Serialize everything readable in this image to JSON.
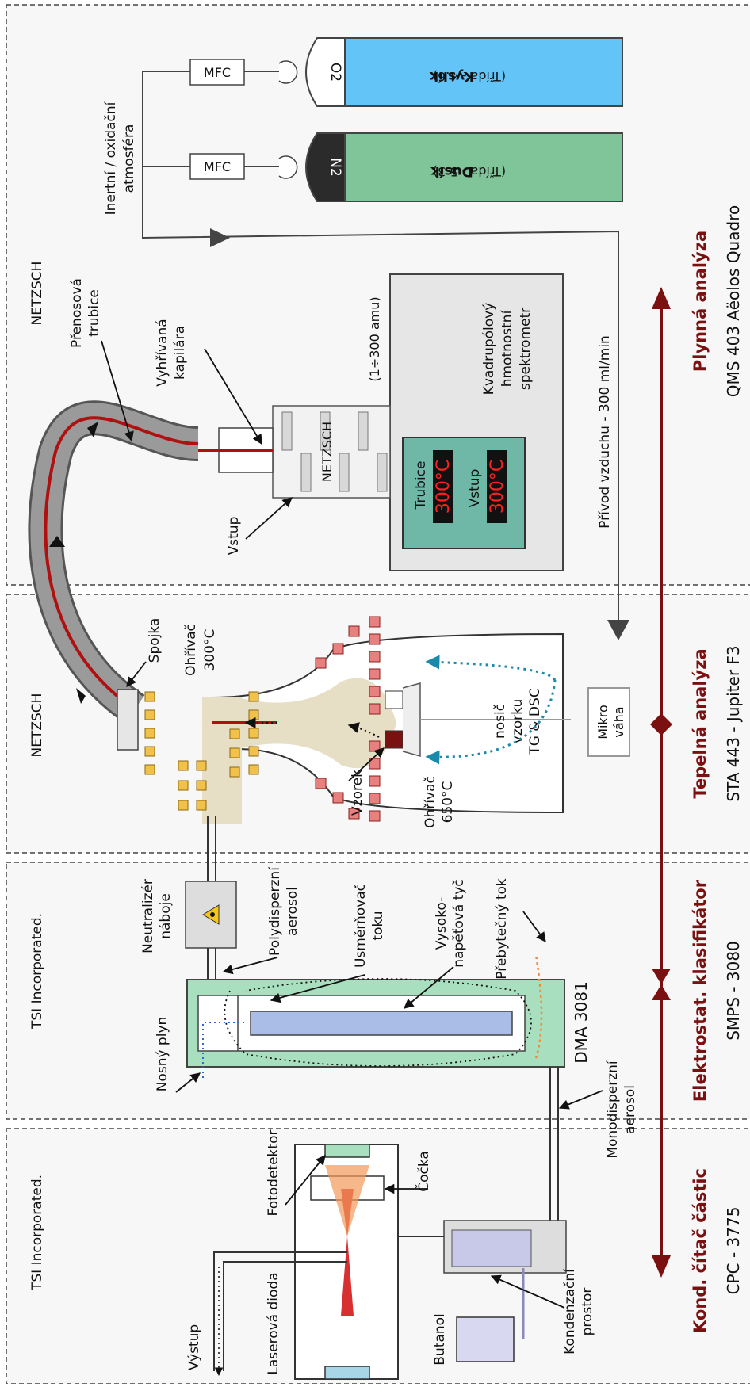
{
  "sections": [
    {
      "title": "Plynná analýza",
      "instrument": "QMS 403 Aëolos Quadro",
      "company": "NETZSCH"
    },
    {
      "title": "Tepelná analýza",
      "instrument": "STA 443 - Jupiter F3",
      "company": "NETZSCH"
    },
    {
      "title": "Elektrostat. klasifikátor",
      "instrument": "SMPS - 3080",
      "company": "TSI Incorporated."
    },
    {
      "title": "Kond. čítač částic",
      "instrument": "CPC - 3775",
      "company": "TSI Incorporated."
    }
  ],
  "gas": {
    "atmosphere": [
      "Inertní / oxidační",
      "atmosféra"
    ],
    "mfc": "MFC",
    "o2_symbol": "O2",
    "n2_symbol": "N2",
    "o2_name": "Kyslík",
    "o2_grade": "(Třída - 4.6)",
    "n2_name": "Dusík",
    "n2_grade": "(Třída - 5.3)",
    "air_supply": "Přívod vzduchu - 300 ml/min"
  },
  "qms": {
    "transfer_tube": [
      "Přenosová",
      "trubice"
    ],
    "heated_capillary": [
      "Vyhřívaná",
      "kapilára"
    ],
    "inlet": "Vstup",
    "brand": "NETZSCH",
    "range": "(1÷300 amu)",
    "spectrometer": [
      "Kvadrupólový",
      "hmotnostní",
      "spektrometr"
    ],
    "tube_label": "Trubice",
    "tube_temp": "300°C",
    "inlet_label": "Vstup",
    "inlet_temp": "300°C"
  },
  "sta": {
    "coupling": "Spojka",
    "heater_top": [
      "Ohřívač",
      "300°C"
    ],
    "heater_bottom": [
      "Ohřívač",
      "650°C"
    ],
    "sample": "Vzorek",
    "carrier": [
      "nosič",
      "vzorku",
      "TG & DSC"
    ],
    "balance": [
      "Mikro",
      "váha"
    ]
  },
  "smps": {
    "neutralizer": [
      "Neutralizér",
      "náboje"
    ],
    "poly_aerosol": [
      "Polydisperzní",
      "aerosol"
    ],
    "flow_straightener": [
      "Usměrňovač",
      "toku"
    ],
    "hv_rod": [
      "Vysoko-",
      "napěťová tyč"
    ],
    "excess_flow": "Přebytečný tok",
    "carrier_gas": "Nosný plyn",
    "dma": "DMA 3081",
    "mono_aerosol": [
      "Monodisperzní",
      "aerosol"
    ]
  },
  "cpc": {
    "photodetector": "Fotodetektor",
    "lens": "Čočka",
    "output": "Výstup",
    "laser": "Laserová dioda",
    "butanol": "Butanol",
    "condensation": [
      "Kondenzační",
      "prostor"
    ]
  },
  "colors": {
    "dark_red": "#7a1010",
    "o2_bottle": "#63c4f8",
    "n2_bottle": "#80c59a",
    "display_bg": "#6fb8a8",
    "heater_red": "#e88080",
    "heater_yellow": "#f2c14a",
    "dma_green": "#a8dfbf",
    "rod_blue": "#a9bde6"
  }
}
